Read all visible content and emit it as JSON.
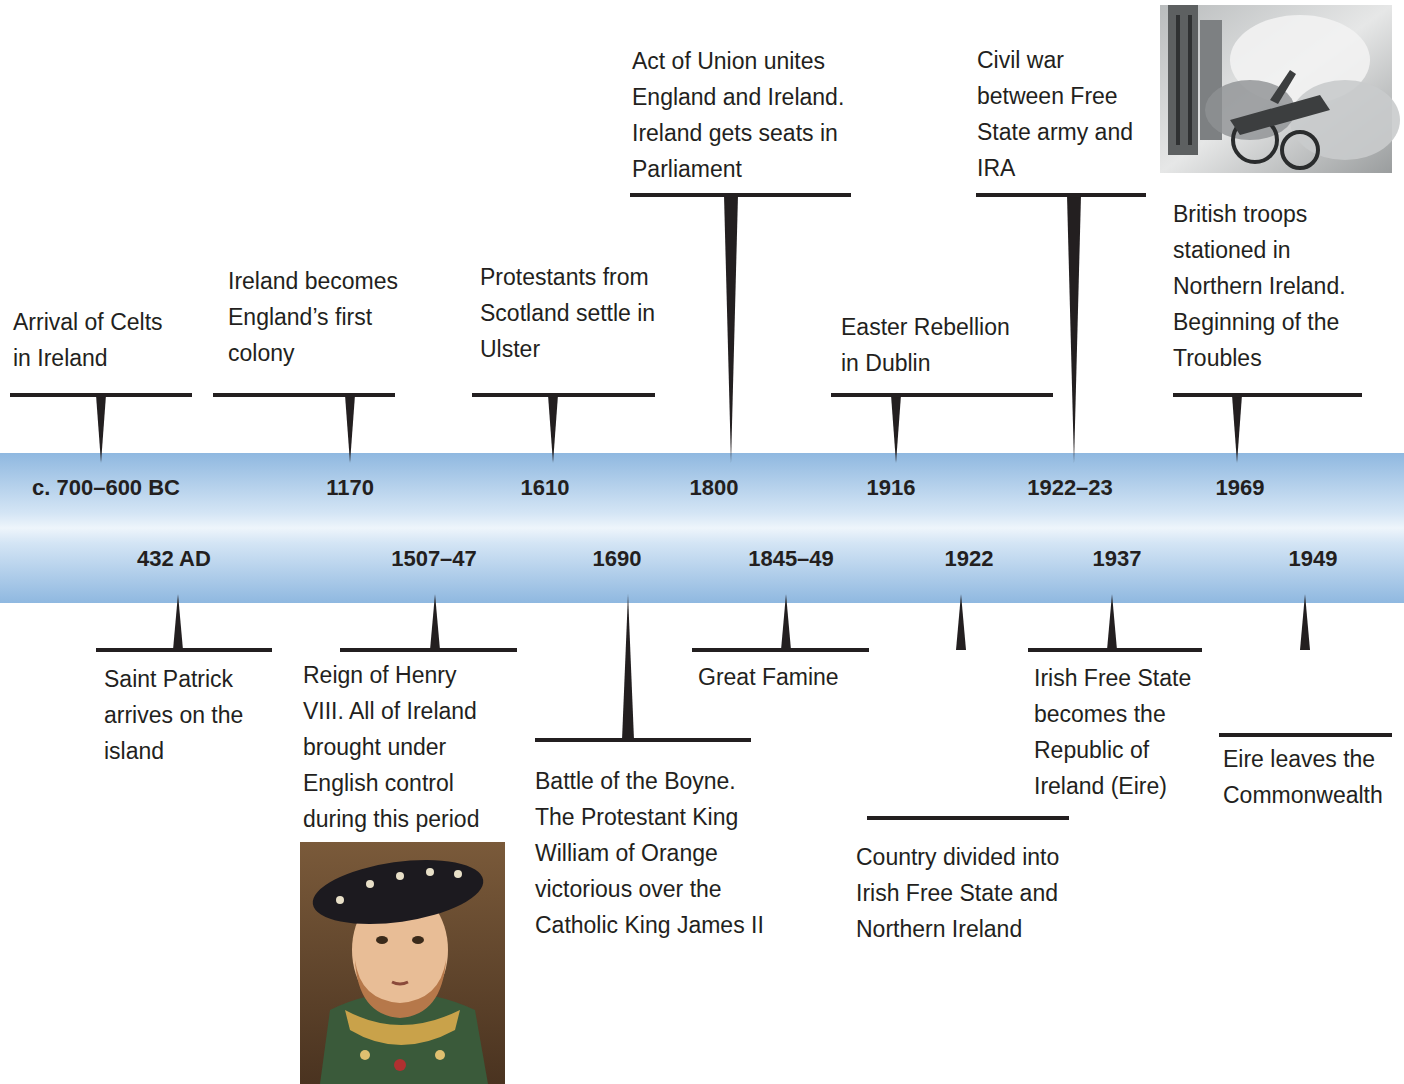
{
  "diagram": {
    "nodes": [
      {
        "text": [
          "c. 700–600 BC",
          "1170",
          "1610",
          "1800",
          "1916",
          "1922–23",
          "1969",
          "432 AD",
          "1507–47",
          "1690",
          "1845–49",
          "1922",
          "1937",
          "1949"
        ]
      }
    ],
    "labels": [
      "Arrival of Celts in Ireland",
      "Ireland becomes England’s first colony",
      "Protestants from Scotland settle in Ulster",
      "Act of Union unites England and Ireland. Ireland gets seats in Parliament",
      "Easter Rebellion in Dublin",
      "Civil war between Free State army and IRA",
      "British troops stationed in Northern Ireland. Beginning of the Troubles",
      "Saint Patrick arrives on the island",
      "Reign of Henry VIII. All of Ireland brought under English control during this period",
      "Battle of the Boyne.",
      "The Protestant King William of Orange victorious over the Catholic King James II",
      "Great Famine",
      "Country divided into Irish Free State and Northern Ireland",
      "Irish Free State becomes the Republic of Ireland (Eire)",
      "Eire leaves the Commonwealth"
    ]
  }
}
